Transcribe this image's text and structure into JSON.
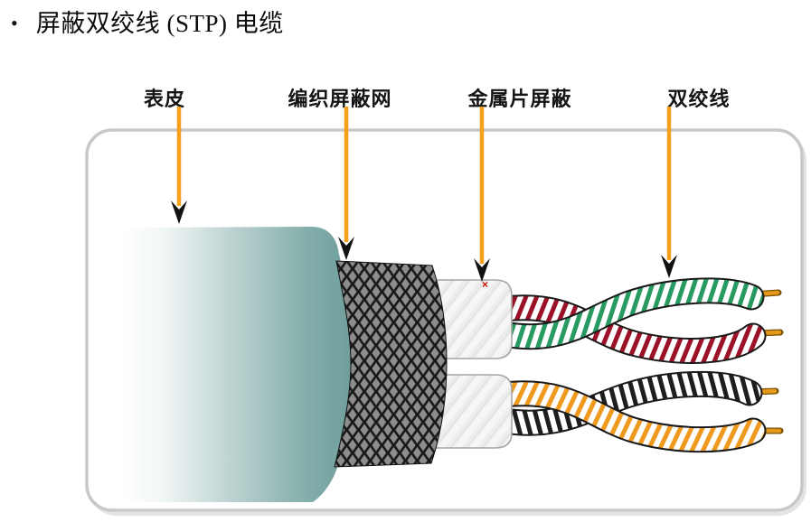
{
  "slide": {
    "title_bullet": "•",
    "title": "屏蔽双绞线 (STP) 电缆"
  },
  "diagram": {
    "labels": {
      "jacket": "表皮",
      "braid": "编织屏蔽网",
      "foil": "金属片屏蔽",
      "twisted_pair": "双绞线"
    },
    "artifact_x": "×",
    "colors": {
      "arrow_orange": "#F5A01B",
      "jacket_teal_dark": "#6E9E9B",
      "jacket_teal_mid": "#A9C8C5",
      "jacket_white": "#FFFFFF",
      "mesh_black": "#141414",
      "mesh_gray": "#8D8D8D",
      "foil_gray": "#EDEDED",
      "foil_border": "#A5A5A5",
      "wire_green": "#279A62",
      "wire_maroon": "#9B1228",
      "wire_black": "#1E1E1E",
      "wire_orange": "#EF9A1F",
      "wire_outline": "#1A1A1A",
      "conductor_orange": "#E5991A",
      "frame_gray": "#C8C8C8",
      "artifact_red": "#CC1100"
    }
  }
}
